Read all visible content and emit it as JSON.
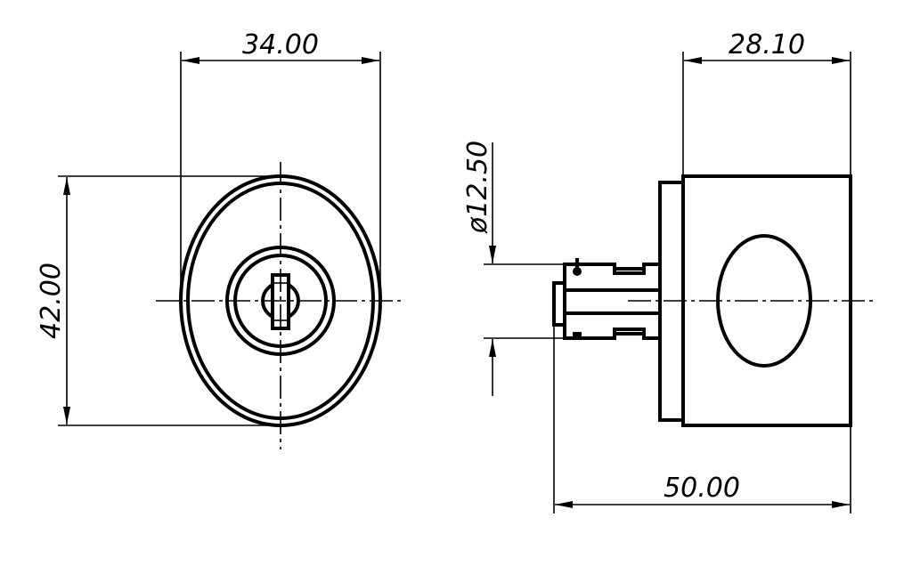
{
  "drawing": {
    "front_view": {
      "width_dim": "34.00",
      "height_dim": "42.00"
    },
    "side_view": {
      "body_depth_dim": "28.10",
      "total_length_dim": "50.00",
      "shaft_diameter_dim": "ø12.50"
    }
  }
}
